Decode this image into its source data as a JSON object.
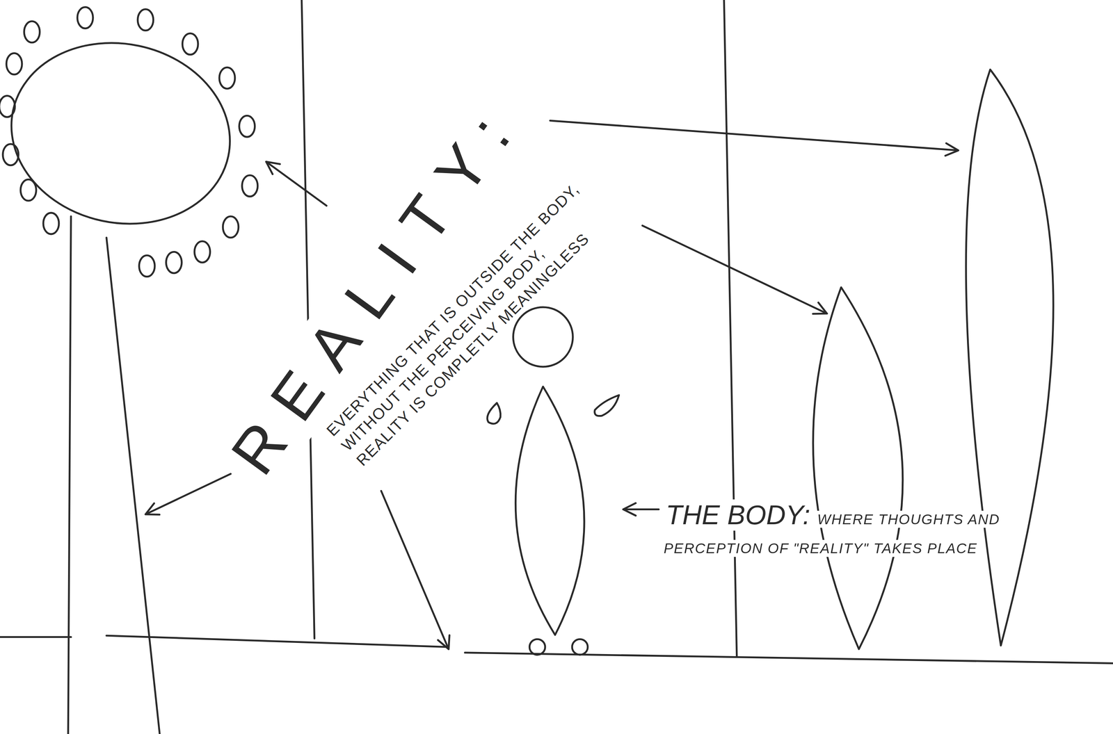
{
  "diagram": {
    "labels": [
      "REALITY:",
      "EVERYTHING THAT IS OUTSIDE THE BODY,",
      "WITHOUT THE PERCEIVING BODY,",
      "REALITY IS COMPLETLY MEANINGLESS",
      "THE BODY:",
      "WHERE THOUGHTS AND PERCEPTION OF \"REALITY\" TAKES PLACE"
    ]
  }
}
